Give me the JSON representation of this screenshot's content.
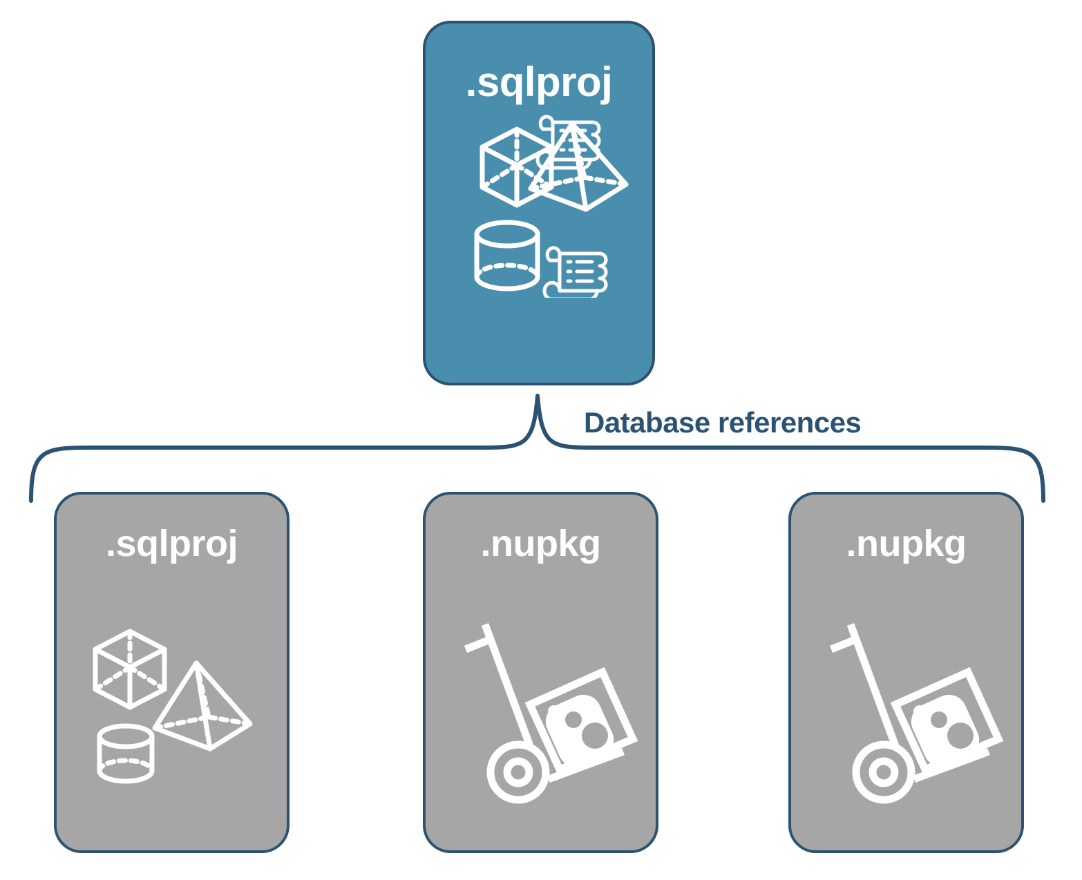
{
  "diagram": {
    "title": "Database references",
    "colors": {
      "primary_card_fill": "#4a8ead",
      "secondary_card_fill": "#a6a6a6",
      "stroke": "#2c5271",
      "icon": "#ffffff",
      "background": "#ffffff"
    },
    "root": {
      "label": ".sqlproj",
      "kind": "sql-project",
      "icons": [
        "cube-icon",
        "script-scroll-icon",
        "pyramid-icon",
        "cylinder-icon",
        "script-scroll-icon"
      ]
    },
    "connector": {
      "type": "curly-brace",
      "label": "Database references",
      "direction": "one-to-many"
    },
    "references": [
      {
        "label": ".sqlproj",
        "kind": "sql-project",
        "icons": [
          "cube-icon",
          "pyramid-icon",
          "cylinder-icon"
        ]
      },
      {
        "label": ".nupkg",
        "kind": "nuget-package",
        "icons": [
          "nuget-hand-truck-icon"
        ]
      },
      {
        "label": ".nupkg",
        "kind": "nuget-package",
        "icons": [
          "nuget-hand-truck-icon"
        ]
      }
    ]
  }
}
